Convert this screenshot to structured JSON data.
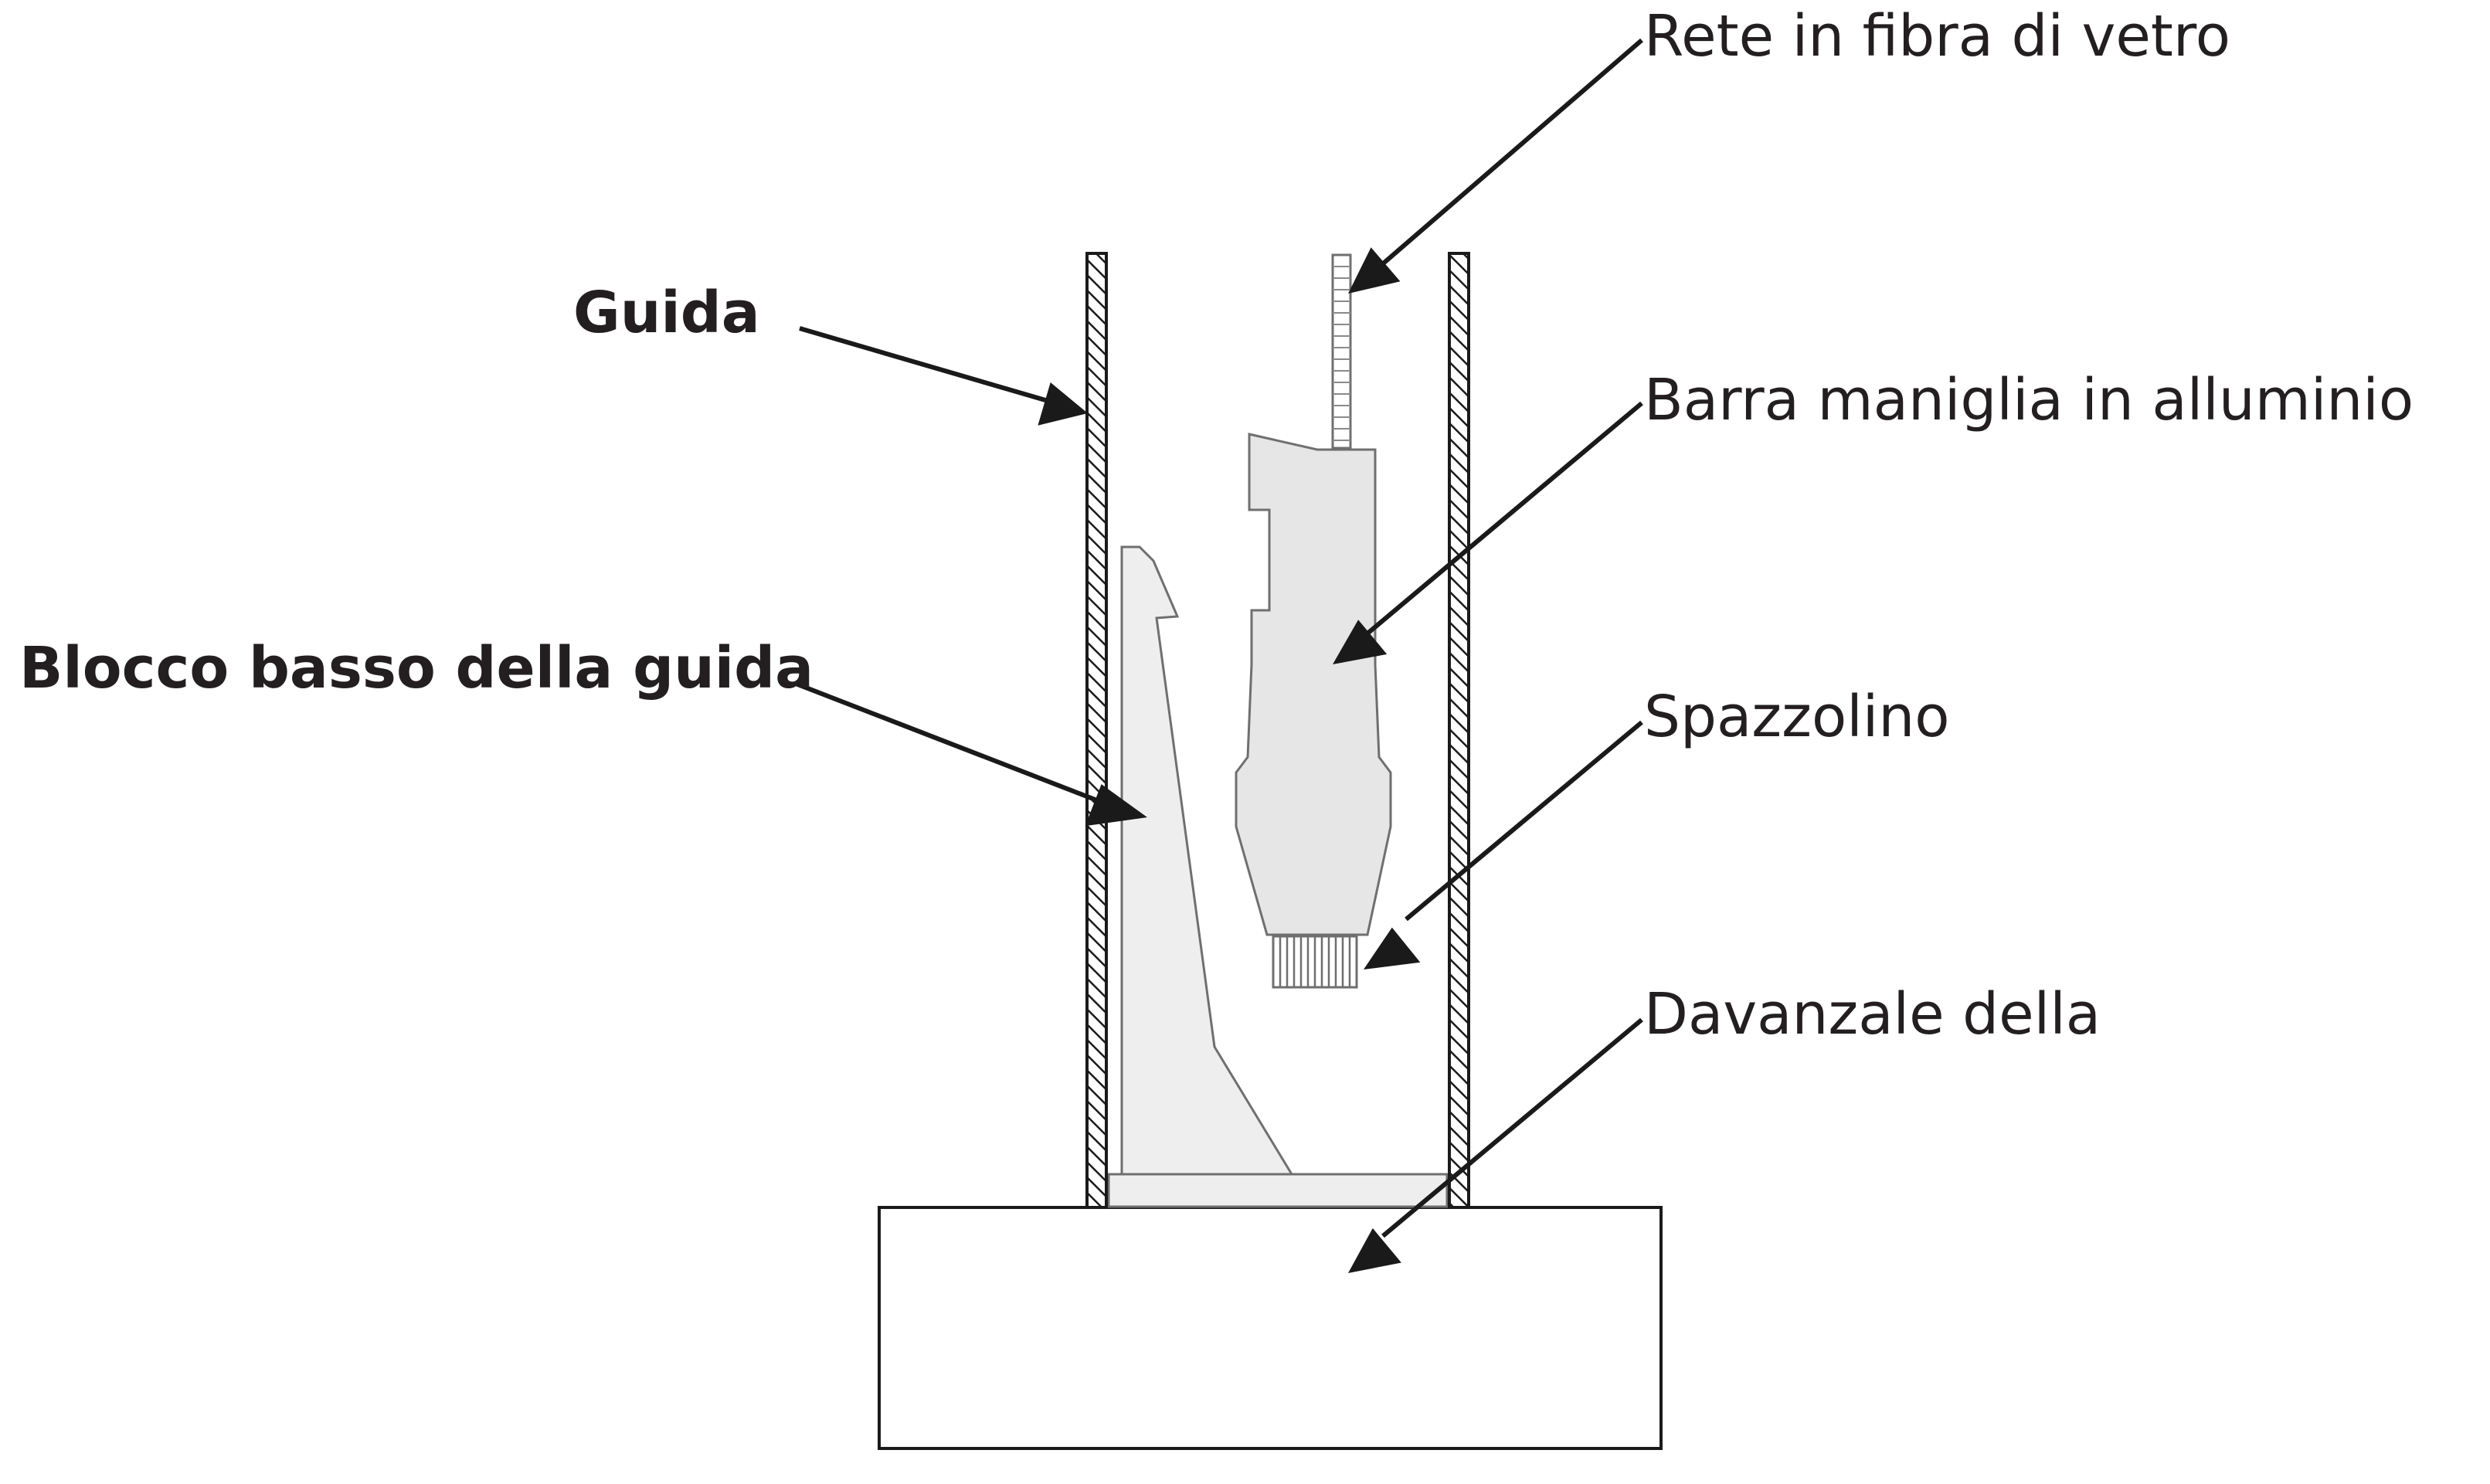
{
  "labels": {
    "rete": "Rete in fibra di vetro",
    "guida": "Guida",
    "barra": "Barra maniglia in alluminio",
    "blocco": "Blocco basso della guida",
    "spazzolino": "Spazzolino",
    "davanzale": "Davanzale della"
  },
  "colors": {
    "line": "#1a1a1a",
    "part_fill": "#e6e6e6",
    "part_stroke": "#6f6f6f",
    "text": "#231f20"
  }
}
